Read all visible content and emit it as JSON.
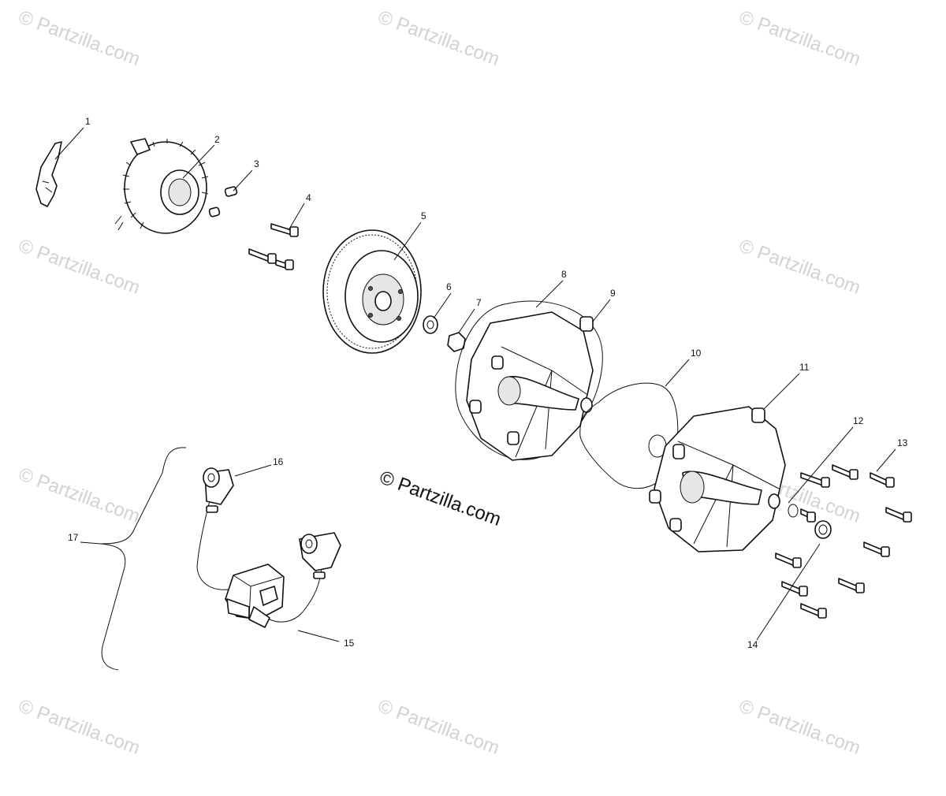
{
  "watermark": {
    "text": "© Partzilla.com"
  },
  "center_watermark": "© Partzilla.com",
  "callouts": [
    "1",
    "2",
    "3",
    "4",
    "5",
    "6",
    "7",
    "8",
    "9",
    "10",
    "11",
    "12",
    "13",
    "14",
    "15",
    "16",
    "17"
  ],
  "colors": {
    "line": "#111111",
    "watermark": "#d2d2d2",
    "background": "#ffffff"
  }
}
